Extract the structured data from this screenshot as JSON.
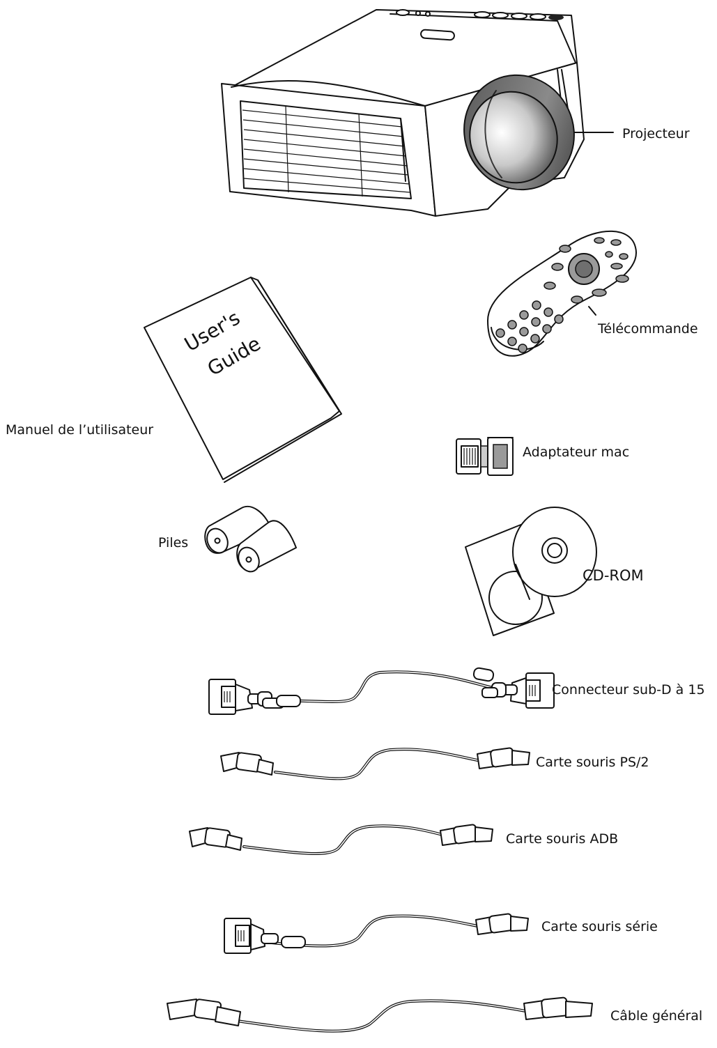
{
  "items": {
    "projector": "Projecteur",
    "remote": "Télécommande",
    "manual": "Manuel de l’utilisateur",
    "manual_cover_line1": "User's",
    "manual_cover_line2": "Guide",
    "mac_adapter": "Adaptateur mac",
    "batteries": "Piles",
    "cdrom": "CD-ROM",
    "vga_cable": "Connecteur sub-D à 15",
    "ps2_cable": "Carte souris PS/2",
    "adb_cable": "Carte souris ADB",
    "serial_cable": "Carte souris série",
    "general_cable": "Câble général"
  }
}
